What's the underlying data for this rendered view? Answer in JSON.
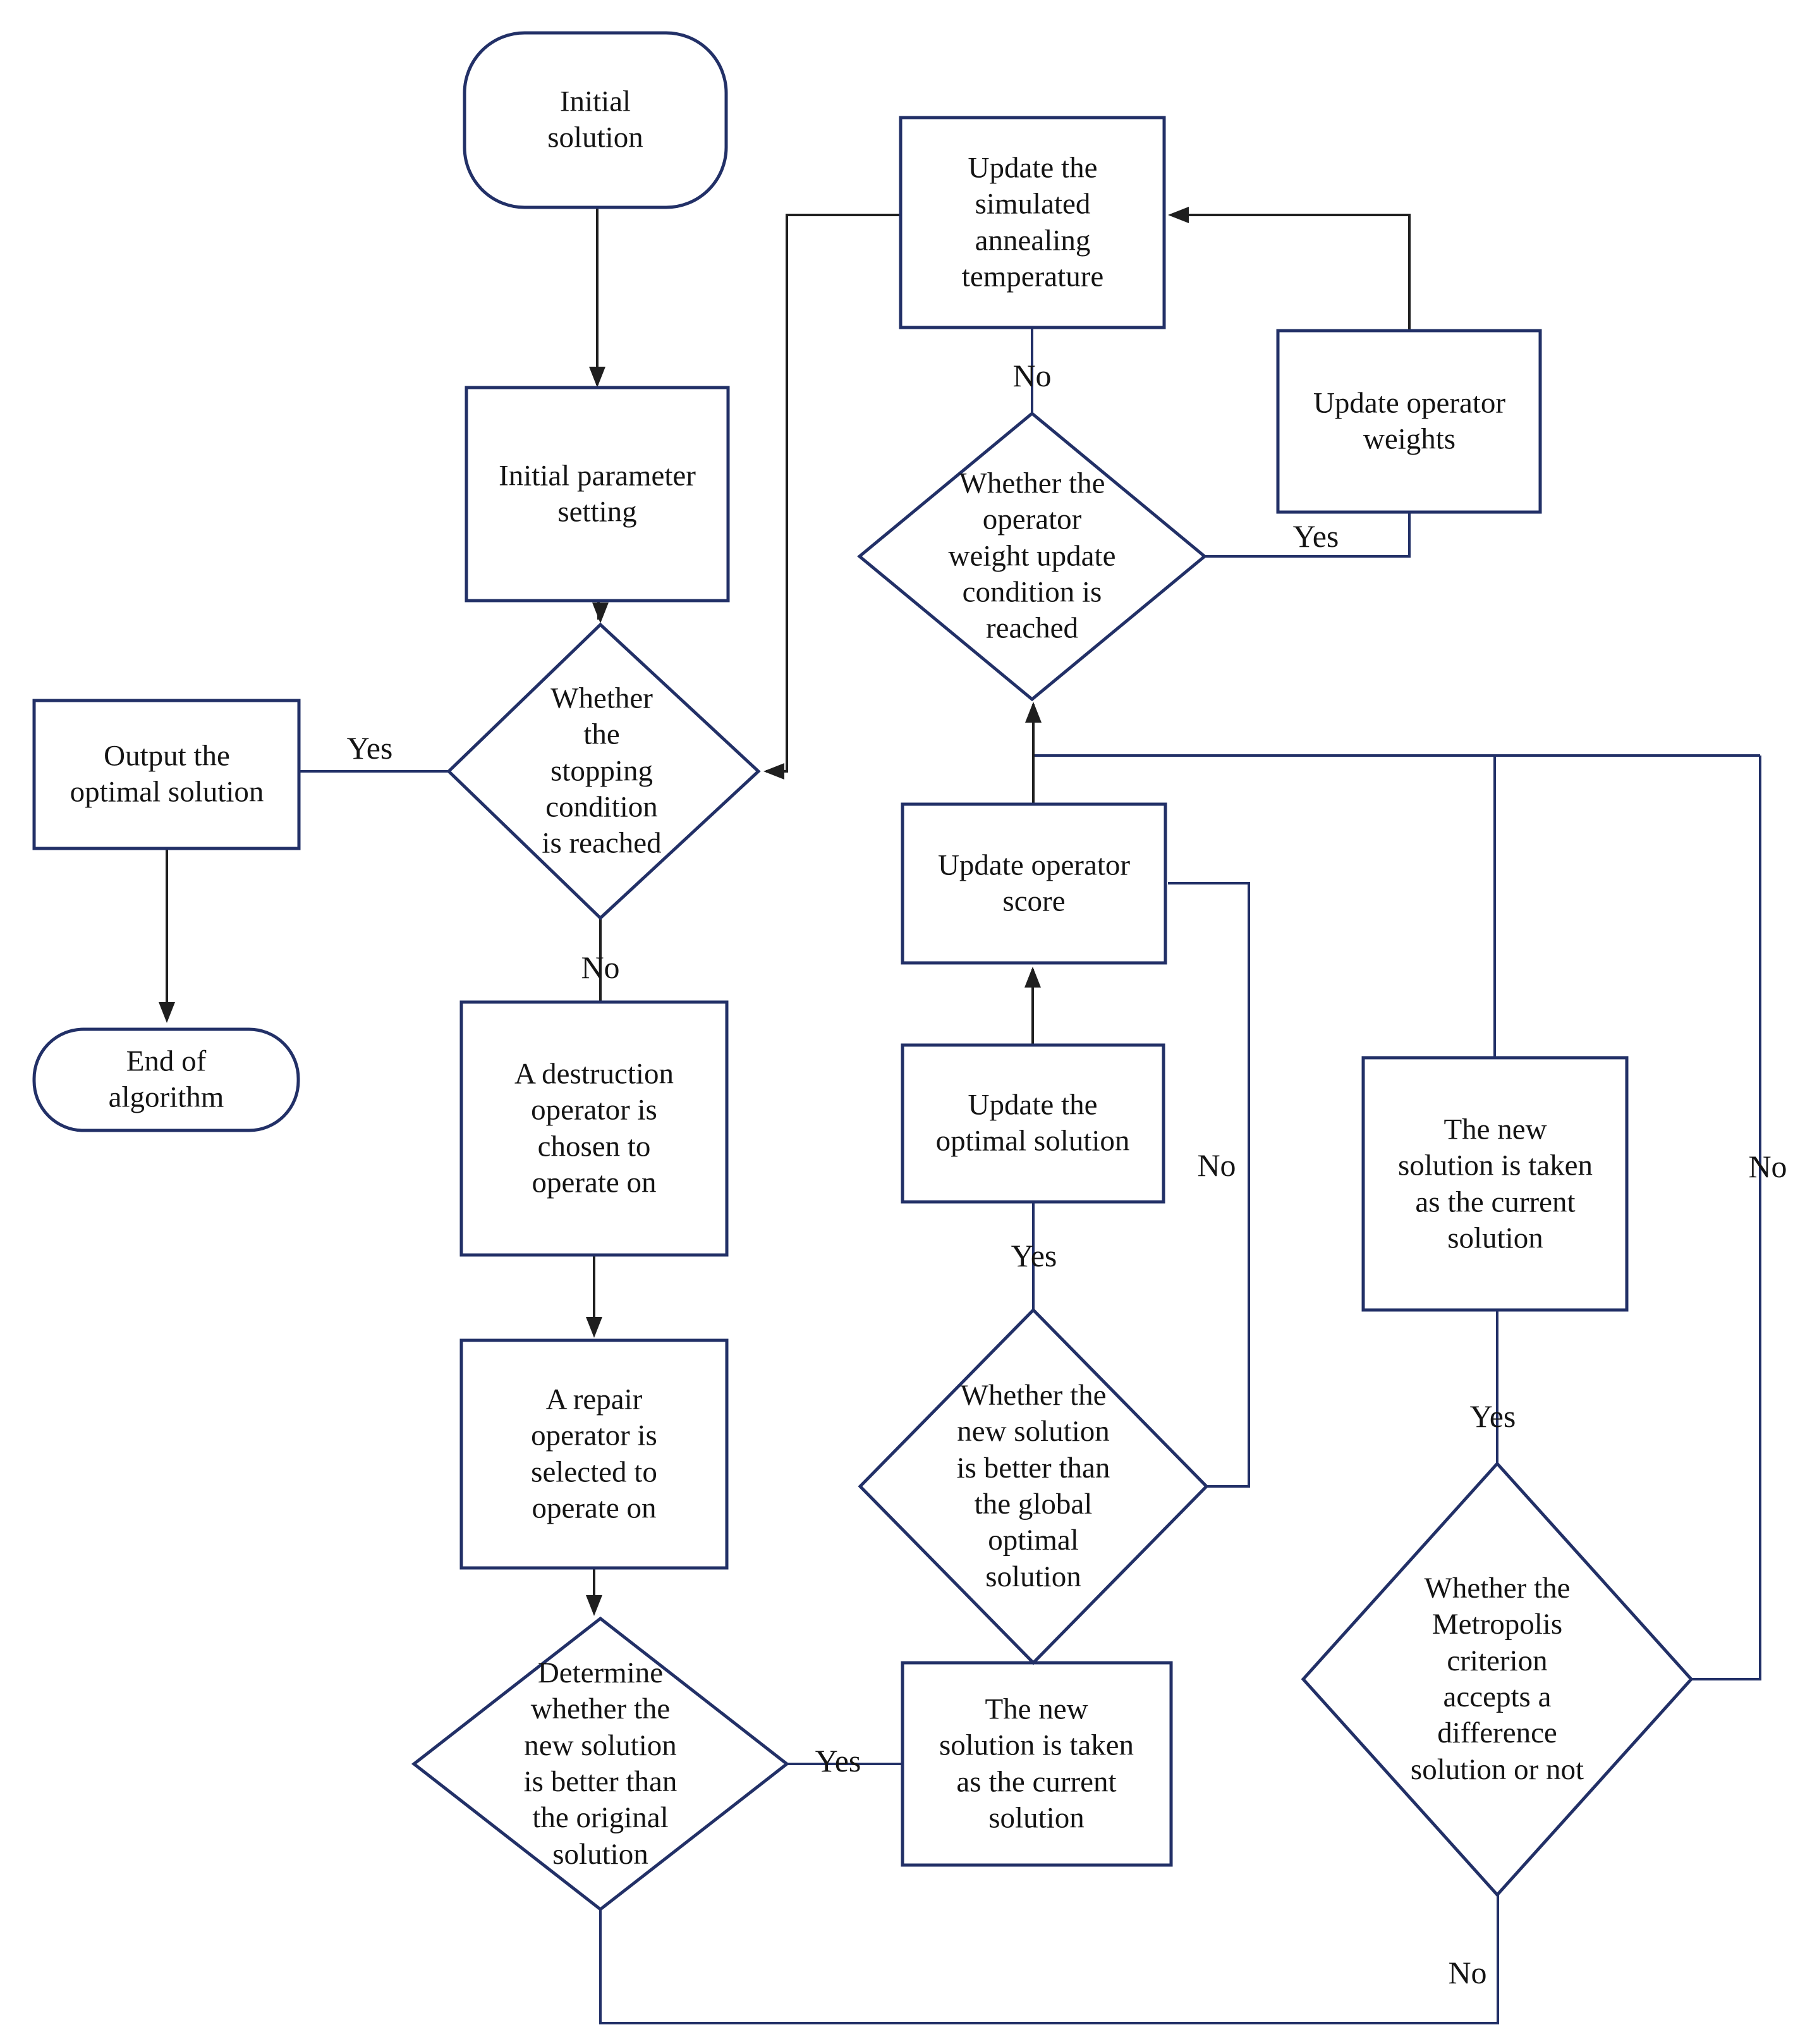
{
  "colors": {
    "shape_stroke": "#223067",
    "connector_black": "#1f1f1f",
    "text": "#141414",
    "background": "#ffffff"
  },
  "nodes": {
    "initial_solution": {
      "label": "Initial\nsolution"
    },
    "initial_parameter_setting": {
      "label": "Initial parameter\nsetting"
    },
    "stopping_condition": {
      "label": "Whether\nthe\nstopping\ncondition\nis reached"
    },
    "output_optimal_solution": {
      "label": "Output the\noptimal solution"
    },
    "end_of_algorithm": {
      "label": "End of\nalgorithm"
    },
    "destruction_operator": {
      "label": "A destruction\noperator is\nchosen to\noperate on"
    },
    "repair_operator": {
      "label": "A repair\noperator is\nselected to\noperate on"
    },
    "better_than_original": {
      "label": "Determine\nwhether the\nnew solution\nis better than\nthe original\nsolution"
    },
    "new_solution_current_bottom": {
      "label": "The new\nsolution is taken\nas the current\nsolution"
    },
    "update_sa_temperature": {
      "label": "Update the\nsimulated\nannealing\ntemperature"
    },
    "weight_update_condition": {
      "label": "Whether the\noperator\nweight update\ncondition is\nreached"
    },
    "update_operator_weights": {
      "label": "Update operator\nweights"
    },
    "update_operator_score": {
      "label": "Update operator\nscore"
    },
    "update_optimal_solution": {
      "label": "Update the\noptimal solution"
    },
    "better_than_global": {
      "label": "Whether the\nnew solution\nis better than\nthe global\noptimal\nsolution"
    },
    "new_solution_current_right": {
      "label": "The new\nsolution is taken\nas the current\nsolution"
    },
    "metropolis_criterion": {
      "label": "Whether the\nMetropolis\ncriterion\naccepts a\ndifference\nsolution or not"
    }
  },
  "edge_labels": {
    "no_after_temperature": "No",
    "yes_weight_update": "Yes",
    "yes_stopping": "Yes",
    "no_stopping": "No",
    "no_better_global": "No",
    "yes_better_global": "Yes",
    "yes_better_original": "Yes",
    "yes_metropolis": "Yes",
    "no_metropolis": "No",
    "no_bottom": "No"
  }
}
